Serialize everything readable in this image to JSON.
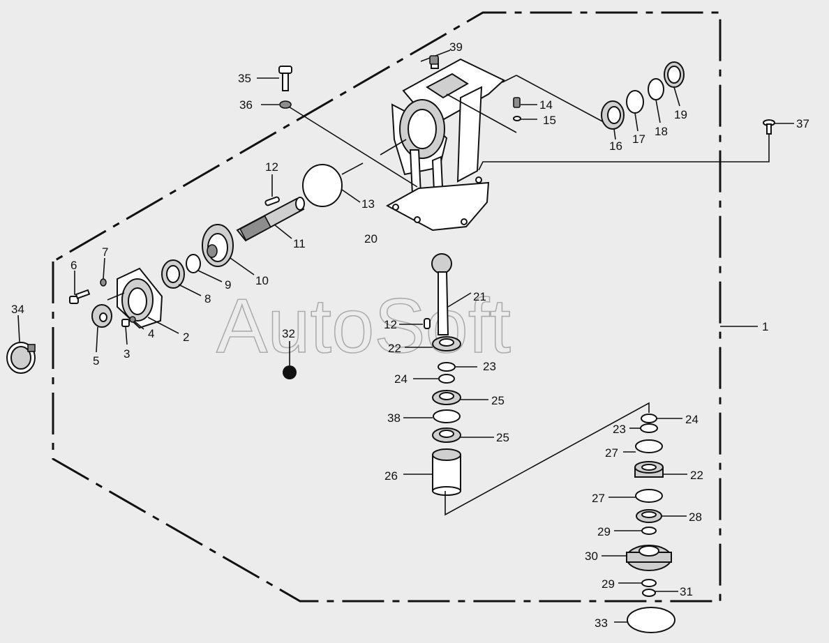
{
  "watermark": "AutoSoft",
  "callouts": {
    "c1": "1",
    "c2": "2",
    "c3": "3",
    "c4": "4",
    "c5": "5",
    "c6": "6",
    "c7": "7",
    "c8": "8",
    "c9": "9",
    "c10": "10",
    "c11": "11",
    "c12a": "12",
    "c12b": "12",
    "c13": "13",
    "c14": "14",
    "c15": "15",
    "c16": "16",
    "c17": "17",
    "c18": "18",
    "c19": "19",
    "c20": "20",
    "c21": "21",
    "c22a": "22",
    "c22b": "22",
    "c23a": "23",
    "c23b": "23",
    "c24a": "24",
    "c24b": "24",
    "c25a": "25",
    "c25b": "25",
    "c26": "26",
    "c27a": "27",
    "c27b": "27",
    "c28": "28",
    "c29a": "29",
    "c29b": "29",
    "c30": "30",
    "c31": "31",
    "c32": "32",
    "c33": "33",
    "c34": "34",
    "c35": "35",
    "c36": "36",
    "c37": "37",
    "c38": "38",
    "c39": "39"
  }
}
